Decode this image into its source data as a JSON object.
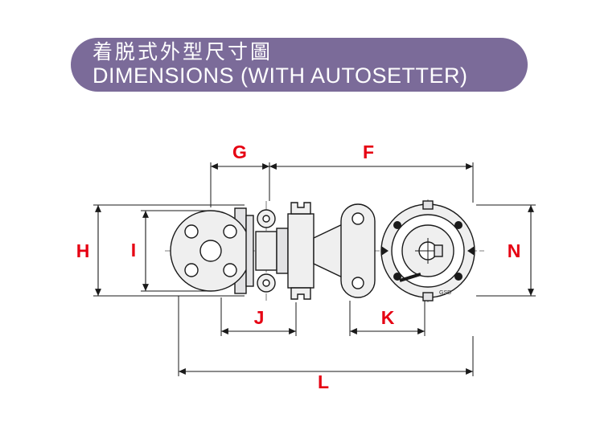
{
  "header": {
    "title_zh": "着脱式外型尺寸圖",
    "title_en": "DIMENSIONS (WITH AUTOSETTER)",
    "bg_color": "#7b6b99",
    "text_color": "#ffffff"
  },
  "diagram": {
    "label_color": "#e60012",
    "line_color": "#1a1a1a",
    "labels": {
      "g": "G",
      "f": "F",
      "h": "H",
      "i": "I",
      "n": "N",
      "j": "J",
      "k": "K",
      "l": "L"
    },
    "body_text": "GSD"
  }
}
